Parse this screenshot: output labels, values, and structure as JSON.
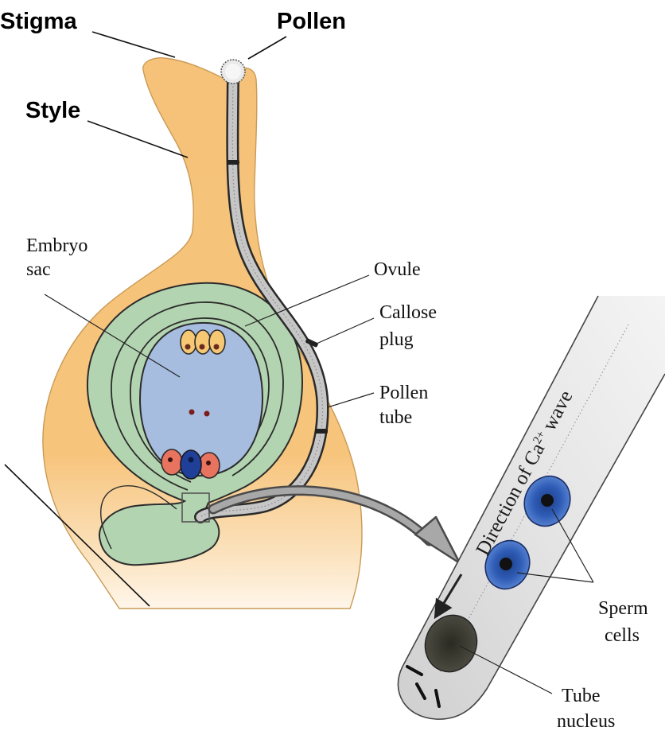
{
  "labels": {
    "stigma": "Stigma",
    "pollen": "Pollen",
    "style": "Style",
    "embryo_sac_line1": "Embryo",
    "embryo_sac_line2": "sac",
    "ovule": "Ovule",
    "callose_plug_line1": "Callose",
    "callose_plug_line2": "plug",
    "pollen_tube_line1": "Pollen",
    "pollen_tube_line2": "tube",
    "calcium_wave_prefix": "Direction of Ca",
    "calcium_wave_superscript": "2+",
    "calcium_wave_suffix": " wave",
    "sperm_cells_line1": "Sperm",
    "sperm_cells_line2": "cells",
    "tube_nucleus_line1": "Tube",
    "tube_nucleus_line2": "nucleus"
  },
  "colors": {
    "pistil": "#f7c47c",
    "pistil_base_fade": "#fff4e4",
    "integument": "#b3d4b0",
    "embryo_sac": "#a7bde0",
    "pollen_tube": "#bfbfbf",
    "sperm_cell": "#2b57ad",
    "synergid": "#e8735e",
    "antipodal": "#f6c873",
    "tube_nucleus": "#333333"
  }
}
